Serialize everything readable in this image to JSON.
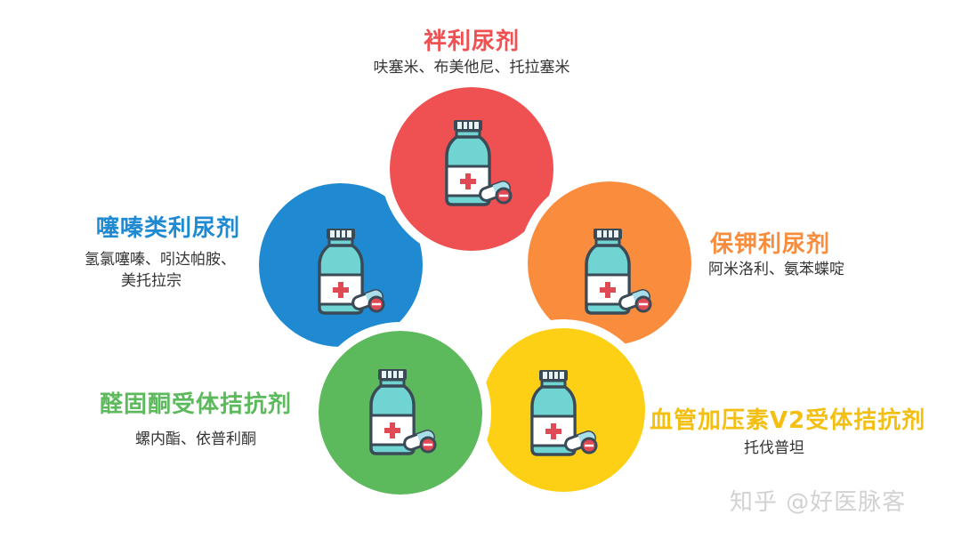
{
  "categories": [
    {
      "key": "loop",
      "title": "袢利尿剂",
      "desc": [
        "呋塞米、布美他尼、托拉塞米"
      ],
      "color": "#ef5152",
      "icon": "medicine-bottle-icon"
    },
    {
      "key": "potassium",
      "title": "保钾利尿剂",
      "desc": [
        "阿米洛利、氨苯蝶啶"
      ],
      "color": "#f98d3d",
      "icon": "medicine-bottle-icon"
    },
    {
      "key": "vasopressin",
      "title": "血管加压素V2受体拮抗剂",
      "desc": [
        "托伐普坦"
      ],
      "color": "#fdd015",
      "icon": "medicine-bottle-icon"
    },
    {
      "key": "aldosterone",
      "title": "醛固酮受体拮抗剂",
      "desc": [
        "螺内酯、依普利酮"
      ],
      "color": "#5cb95c",
      "icon": "medicine-bottle-icon"
    },
    {
      "key": "thiazide",
      "title": "噻嗪类利尿剂",
      "desc": [
        "氢氯噻嗪、吲达帕胺、",
        "美托拉宗"
      ],
      "color": "#1f8ad2",
      "icon": "medicine-bottle-icon"
    }
  ],
  "watermark": "知乎 @好医脉客"
}
